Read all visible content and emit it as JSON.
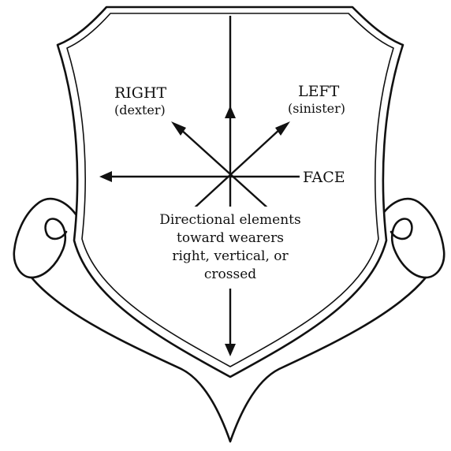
{
  "labels": {
    "right": "RIGHT",
    "right_sub": "(dexter)",
    "left": "LEFT",
    "left_sub": "(sinister)",
    "face": "FACE"
  },
  "caption": {
    "line1": "Directional elements",
    "line2": "toward wearers",
    "line3": "right, vertical, or",
    "line4": "crossed"
  },
  "colors": {
    "ink": "#111111",
    "background": "#ffffff"
  }
}
